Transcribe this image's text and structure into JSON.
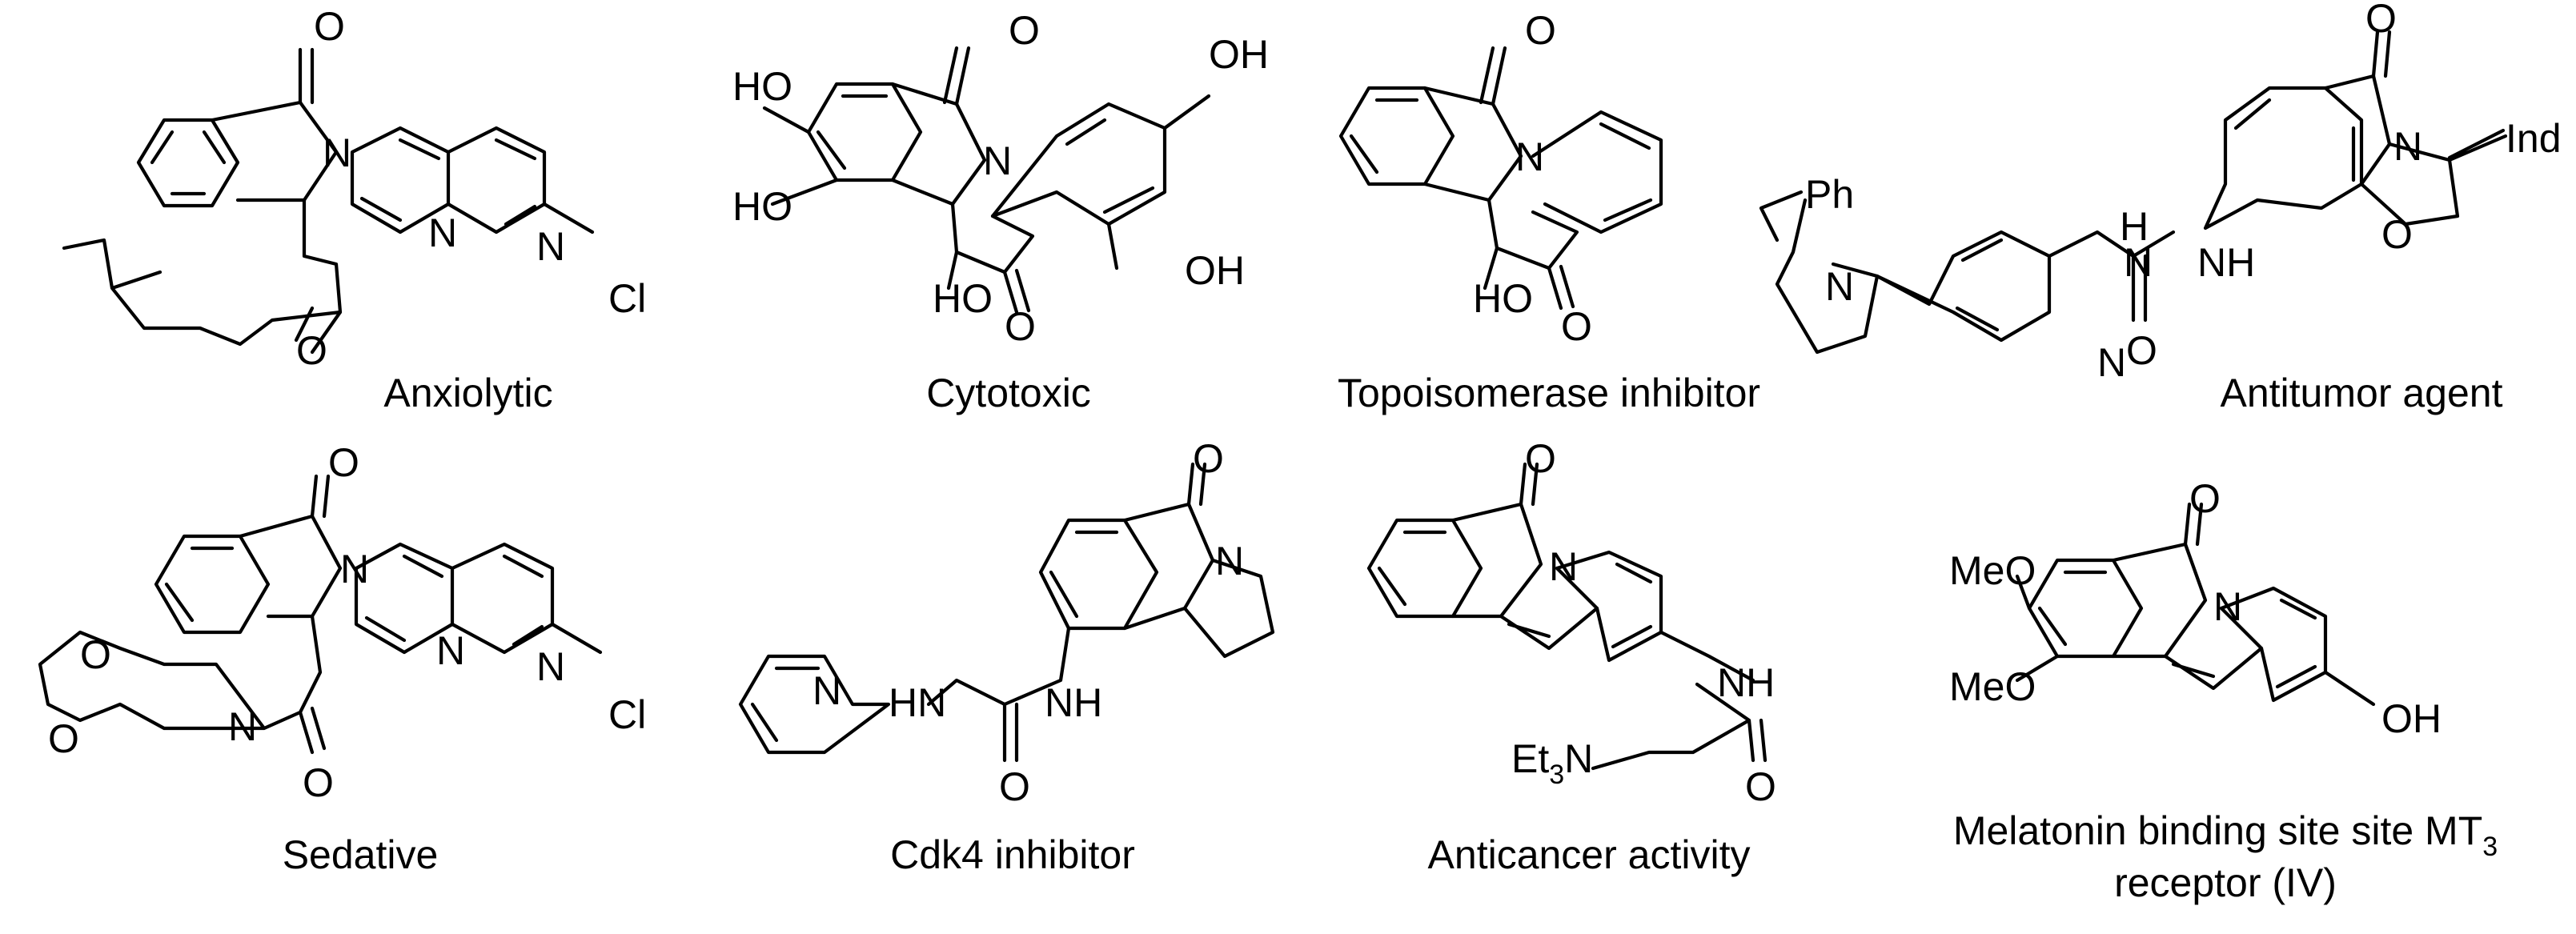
{
  "compounds": [
    {
      "caption": "Anxiolytic",
      "labels": {
        "o1": "O",
        "n1": "N",
        "n2": "N",
        "n3": "N",
        "cl": "Cl",
        "o2": "O"
      }
    },
    {
      "caption": "Cytotoxic",
      "labels": {
        "ho1": "HO",
        "ho2": "HO",
        "oh1": "OH",
        "oh2": "OH",
        "ho3": "HO",
        "o1": "O",
        "o2": "O",
        "n1": "N"
      }
    },
    {
      "caption": "Topoisomerase  inhibitor",
      "labels": {
        "o1": "O",
        "n1": "N",
        "ho": "HO",
        "o2": "O"
      }
    },
    {
      "caption": "Antitumor agent",
      "labels": {
        "ph": "Ph",
        "n_pyr": "N",
        "n_py": "N",
        "nh1": "N",
        "h1": "H",
        "o_urea": "O",
        "nh2": "NH",
        "o1": "O",
        "n_ox": "N",
        "o_ox": "O",
        "ind": "Ind"
      }
    },
    {
      "caption": "Sedative",
      "labels": {
        "o1": "O",
        "n1": "N",
        "n2": "N",
        "n3": "N",
        "cl": "Cl",
        "o_a": "O",
        "o_b": "O",
        "n_pip": "N",
        "o2": "O"
      }
    },
    {
      "caption": "Cdk4 inhibitor",
      "labels": {
        "o1": "O",
        "n1": "N",
        "n_py": "N",
        "hn": "HN",
        "nh": "NH",
        "o2": "O"
      }
    },
    {
      "caption": "Anticancer activity",
      "labels": {
        "o1": "O",
        "n1": "N",
        "nh": "NH",
        "et3n": "Et",
        "sub3": "3",
        "n_am": "N",
        "o2": "O"
      }
    },
    {
      "caption_line1": "Melatonin binding site site MT",
      "caption_sub": "3",
      "caption_line2": "receptor (IV)",
      "labels": {
        "meo1": "MeO",
        "meo2": "MeO",
        "o1": "O",
        "n1": "N",
        "oh": "OH"
      }
    }
  ]
}
